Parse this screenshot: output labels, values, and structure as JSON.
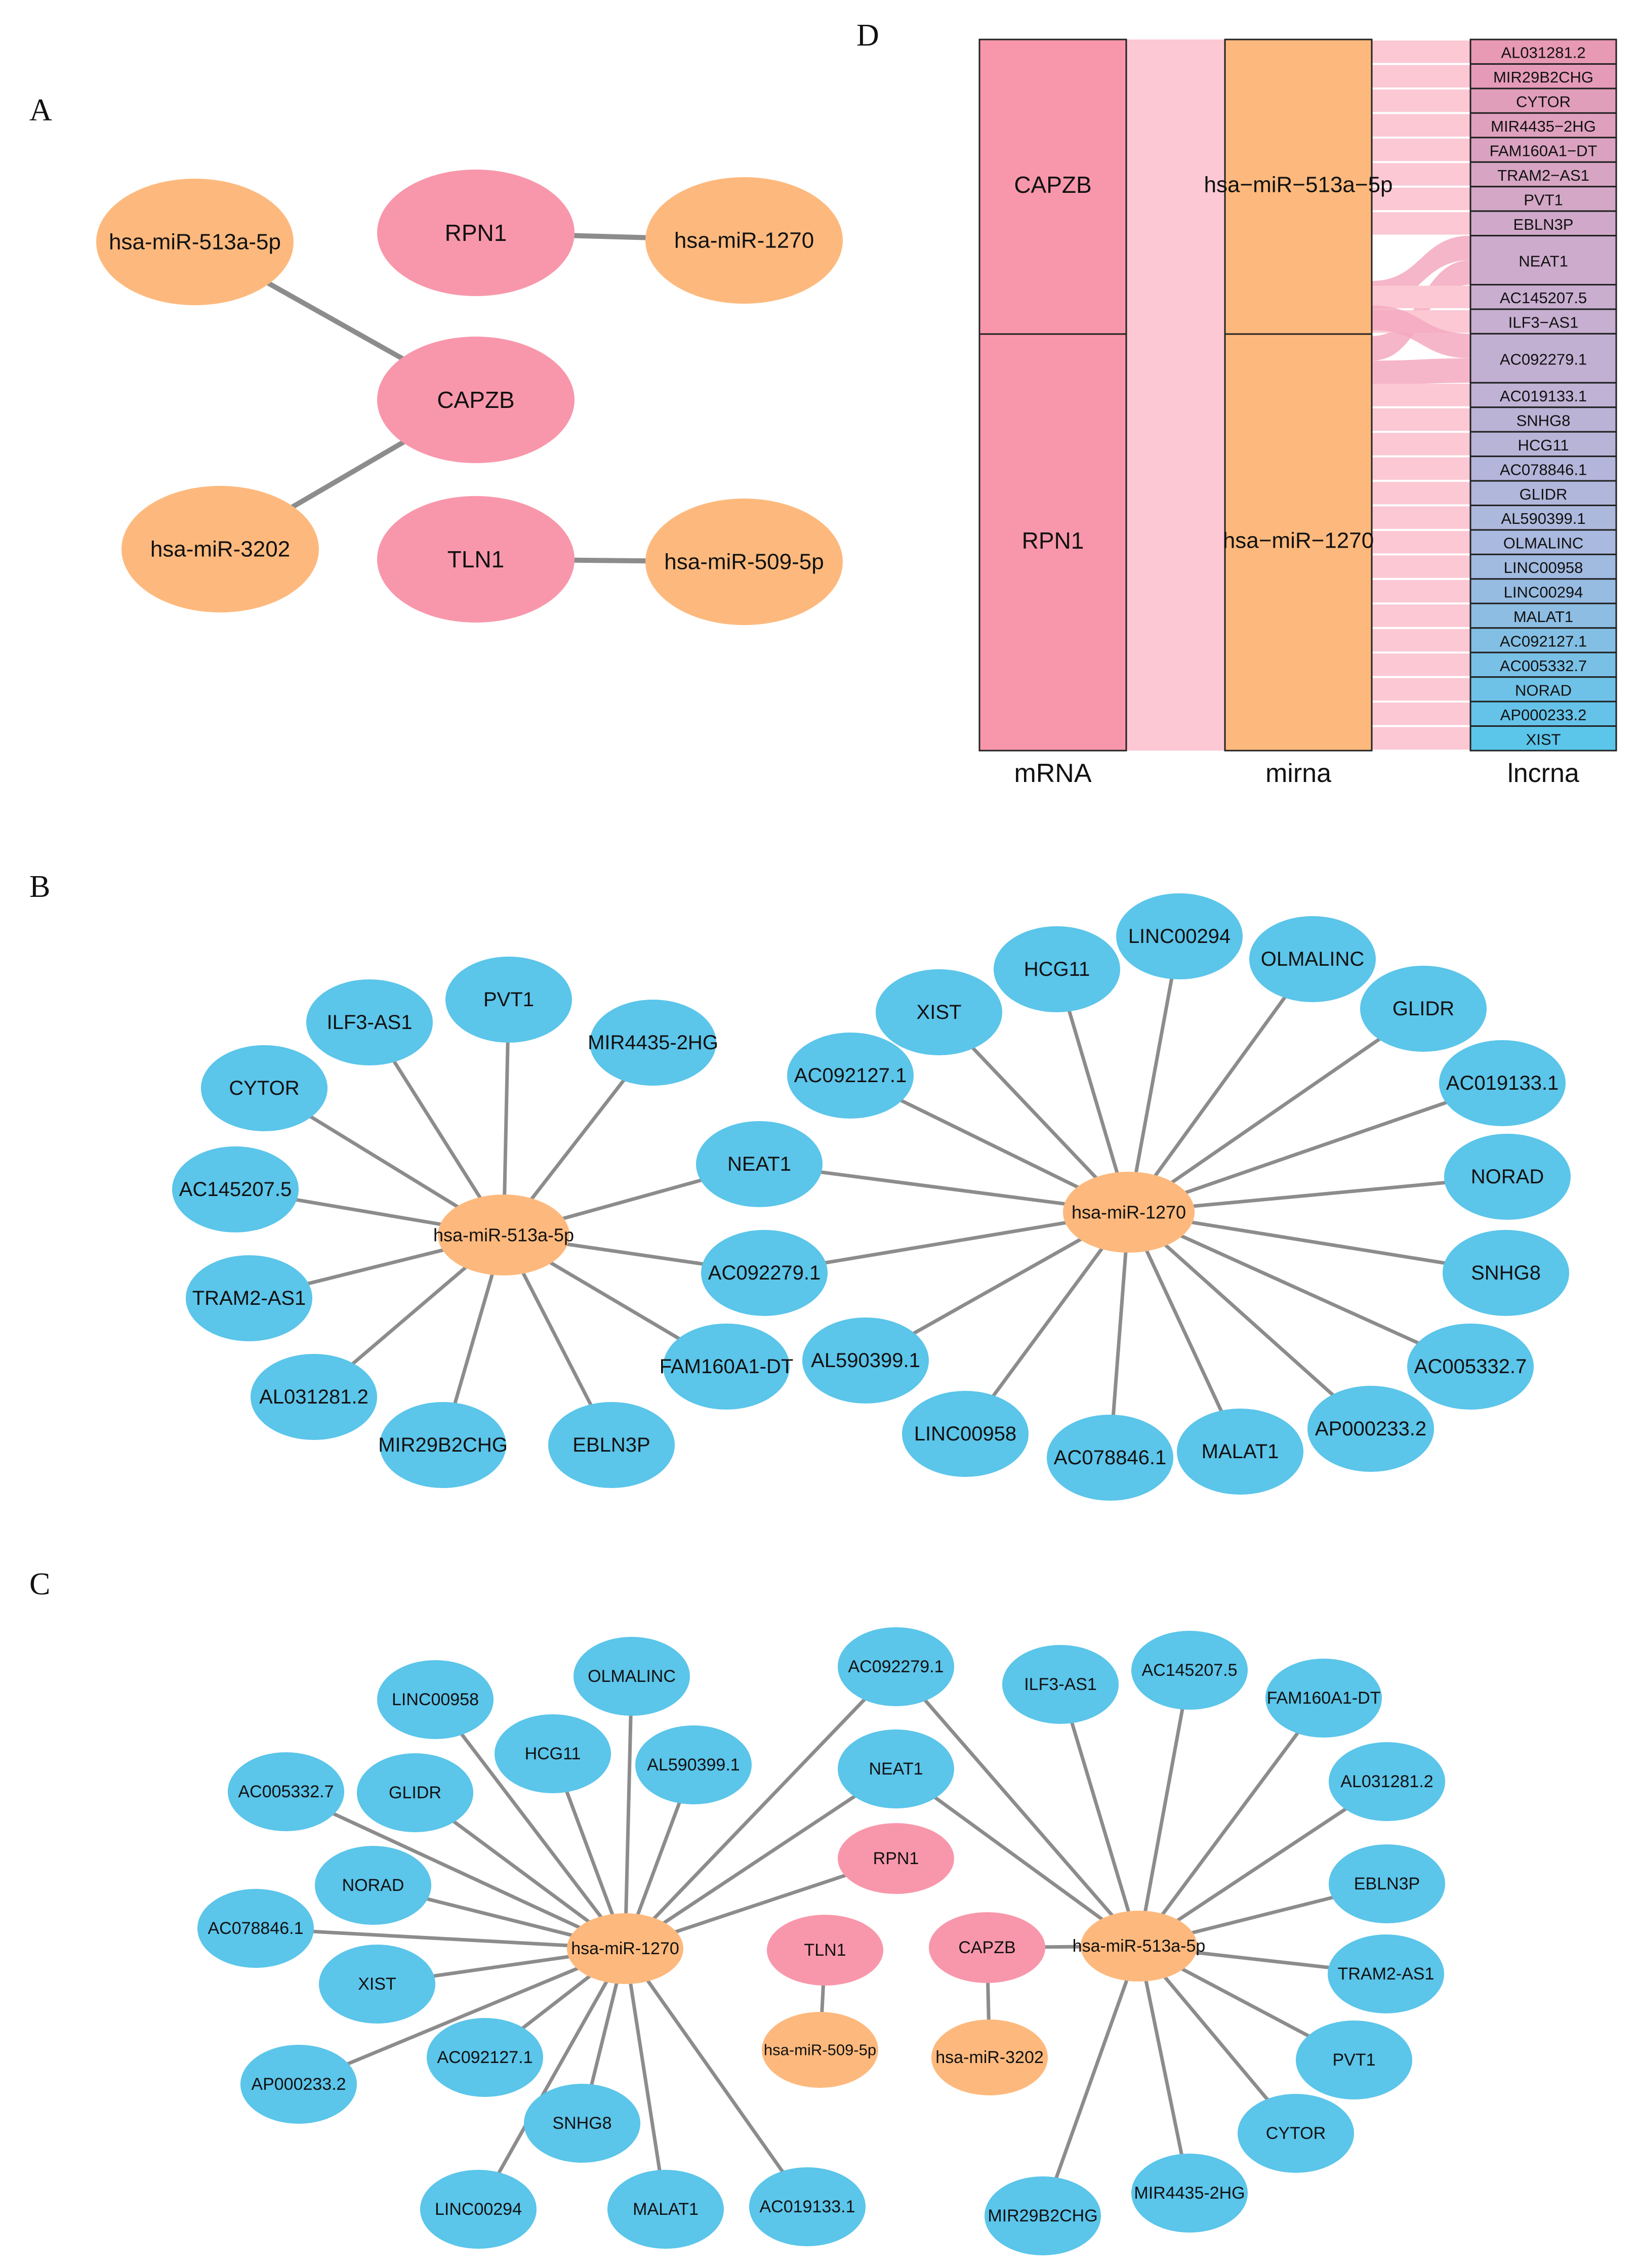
{
  "colors": {
    "mrna": "#F897AB",
    "mirna": "#FDB97D",
    "lncrna": "#5BC5EA",
    "edge": "#8C8C8C",
    "flow": "#FBC8D4",
    "flow_mix": "#F3A9C0",
    "lnc_box_top": "#E899B4",
    "lnc_box_mid": "#C9AED0",
    "lnc_box_low": "#A9B9DF"
  },
  "panels": {
    "A": {
      "letter": "A",
      "nodes": [
        {
          "id": "a_mir513",
          "label": "hsa-miR-513a-5p",
          "kind": "mirna"
        },
        {
          "id": "a_rpn1",
          "label": "RPN1",
          "kind": "mrna"
        },
        {
          "id": "a_mir1270",
          "label": "hsa-miR-1270",
          "kind": "mirna"
        },
        {
          "id": "a_capzb",
          "label": "CAPZB",
          "kind": "mrna"
        },
        {
          "id": "a_mir3202",
          "label": "hsa-miR-3202",
          "kind": "mirna"
        },
        {
          "id": "a_tln1",
          "label": "TLN1",
          "kind": "mrna"
        },
        {
          "id": "a_mir509",
          "label": "hsa-miR-509-5p",
          "kind": "mirna"
        }
      ],
      "edges": [
        [
          "a_mir513",
          "a_capzb"
        ],
        [
          "a_capzb",
          "a_mir3202"
        ],
        [
          "a_rpn1",
          "a_mir1270"
        ],
        [
          "a_tln1",
          "a_mir509"
        ]
      ]
    },
    "B": {
      "letter": "B",
      "nodes": [
        {
          "id": "b_h513",
          "label": "hsa-miR-513a-5p",
          "kind": "mirna"
        },
        {
          "id": "b_h1270",
          "label": "hsa-miR-1270",
          "kind": "mirna"
        },
        {
          "id": "b_ilf3",
          "label": "ILF3-AS1",
          "kind": "lncrna"
        },
        {
          "id": "b_pvt1",
          "label": "PVT1",
          "kind": "lncrna"
        },
        {
          "id": "b_mir4435",
          "label": "MIR4435-2HG",
          "kind": "lncrna"
        },
        {
          "id": "b_cytor",
          "label": "CYTOR",
          "kind": "lncrna"
        },
        {
          "id": "b_ac145",
          "label": "AC145207.5",
          "kind": "lncrna"
        },
        {
          "id": "b_tram2",
          "label": "TRAM2-AS1",
          "kind": "lncrna"
        },
        {
          "id": "b_al031",
          "label": "AL031281.2",
          "kind": "lncrna"
        },
        {
          "id": "b_mir29",
          "label": "MIR29B2CHG",
          "kind": "lncrna"
        },
        {
          "id": "b_ebln3p",
          "label": "EBLN3P",
          "kind": "lncrna"
        },
        {
          "id": "b_fam160",
          "label": "FAM160A1-DT",
          "kind": "lncrna"
        },
        {
          "id": "b_neat1",
          "label": "NEAT1",
          "kind": "lncrna"
        },
        {
          "id": "b_ac0922",
          "label": "AC092279.1",
          "kind": "lncrna"
        },
        {
          "id": "b_xist",
          "label": "XIST",
          "kind": "lncrna"
        },
        {
          "id": "b_hcg11",
          "label": "HCG11",
          "kind": "lncrna"
        },
        {
          "id": "b_linc294",
          "label": "LINC00294",
          "kind": "lncrna"
        },
        {
          "id": "b_olmal",
          "label": "OLMALINC",
          "kind": "lncrna"
        },
        {
          "id": "b_glidr",
          "label": "GLIDR",
          "kind": "lncrna"
        },
        {
          "id": "b_ac019",
          "label": "AC019133.1",
          "kind": "lncrna"
        },
        {
          "id": "b_norad",
          "label": "NORAD",
          "kind": "lncrna"
        },
        {
          "id": "b_snhg8",
          "label": "SNHG8",
          "kind": "lncrna"
        },
        {
          "id": "b_ac005",
          "label": "AC005332.7",
          "kind": "lncrna"
        },
        {
          "id": "b_ap000",
          "label": "AP000233.2",
          "kind": "lncrna"
        },
        {
          "id": "b_malat1",
          "label": "MALAT1",
          "kind": "lncrna"
        },
        {
          "id": "b_ac078",
          "label": "AC078846.1",
          "kind": "lncrna"
        },
        {
          "id": "b_linc958",
          "label": "LINC00958",
          "kind": "lncrna"
        },
        {
          "id": "b_al590",
          "label": "AL590399.1",
          "kind": "lncrna"
        },
        {
          "id": "b_ac0921",
          "label": "AC092127.1",
          "kind": "lncrna"
        }
      ],
      "edges": [
        [
          "b_h513",
          "b_ilf3"
        ],
        [
          "b_h513",
          "b_pvt1"
        ],
        [
          "b_h513",
          "b_mir4435"
        ],
        [
          "b_h513",
          "b_cytor"
        ],
        [
          "b_h513",
          "b_ac145"
        ],
        [
          "b_h513",
          "b_tram2"
        ],
        [
          "b_h513",
          "b_al031"
        ],
        [
          "b_h513",
          "b_mir29"
        ],
        [
          "b_h513",
          "b_ebln3p"
        ],
        [
          "b_h513",
          "b_fam160"
        ],
        [
          "b_h513",
          "b_neat1"
        ],
        [
          "b_h513",
          "b_ac0922"
        ],
        [
          "b_h1270",
          "b_neat1"
        ],
        [
          "b_h1270",
          "b_ac0922"
        ],
        [
          "b_h1270",
          "b_xist"
        ],
        [
          "b_h1270",
          "b_hcg11"
        ],
        [
          "b_h1270",
          "b_linc294"
        ],
        [
          "b_h1270",
          "b_olmal"
        ],
        [
          "b_h1270",
          "b_glidr"
        ],
        [
          "b_h1270",
          "b_ac019"
        ],
        [
          "b_h1270",
          "b_norad"
        ],
        [
          "b_h1270",
          "b_snhg8"
        ],
        [
          "b_h1270",
          "b_ac005"
        ],
        [
          "b_h1270",
          "b_ap000"
        ],
        [
          "b_h1270",
          "b_malat1"
        ],
        [
          "b_h1270",
          "b_ac078"
        ],
        [
          "b_h1270",
          "b_linc958"
        ],
        [
          "b_h1270",
          "b_al590"
        ],
        [
          "b_h1270",
          "b_ac0921"
        ]
      ]
    },
    "C": {
      "letter": "C",
      "nodes": [
        {
          "id": "c_h1270",
          "label": "hsa-miR-1270",
          "kind": "mirna"
        },
        {
          "id": "c_h513",
          "label": "hsa-miR-513a-5p",
          "kind": "mirna"
        },
        {
          "id": "c_h509",
          "label": "hsa-miR-509-5p",
          "kind": "mirna"
        },
        {
          "id": "c_h3202",
          "label": "hsa-miR-3202",
          "kind": "mirna"
        },
        {
          "id": "c_rpn1",
          "label": "RPN1",
          "kind": "mrna"
        },
        {
          "id": "c_tln1",
          "label": "TLN1",
          "kind": "mrna"
        },
        {
          "id": "c_capzb",
          "label": "CAPZB",
          "kind": "mrna"
        },
        {
          "id": "c_linc958",
          "label": "LINC00958",
          "kind": "lncrna"
        },
        {
          "id": "c_olmal",
          "label": "OLMALINC",
          "kind": "lncrna"
        },
        {
          "id": "c_ac0922",
          "label": "AC092279.1",
          "kind": "lncrna"
        },
        {
          "id": "c_hcg11",
          "label": "HCG11",
          "kind": "lncrna"
        },
        {
          "id": "c_al590",
          "label": "AL590399.1",
          "kind": "lncrna"
        },
        {
          "id": "c_ac005",
          "label": "AC005332.7",
          "kind": "lncrna"
        },
        {
          "id": "c_glidr",
          "label": "GLIDR",
          "kind": "lncrna"
        },
        {
          "id": "c_norad",
          "label": "NORAD",
          "kind": "lncrna"
        },
        {
          "id": "c_ac078",
          "label": "AC078846.1",
          "kind": "lncrna"
        },
        {
          "id": "c_xist",
          "label": "XIST",
          "kind": "lncrna"
        },
        {
          "id": "c_ap000",
          "label": "AP000233.2",
          "kind": "lncrna"
        },
        {
          "id": "c_ac0921",
          "label": "AC092127.1",
          "kind": "lncrna"
        },
        {
          "id": "c_snhg8",
          "label": "SNHG8",
          "kind": "lncrna"
        },
        {
          "id": "c_linc294",
          "label": "LINC00294",
          "kind": "lncrna"
        },
        {
          "id": "c_malat1",
          "label": "MALAT1",
          "kind": "lncrna"
        },
        {
          "id": "c_ac019",
          "label": "AC019133.1",
          "kind": "lncrna"
        },
        {
          "id": "c_neat1",
          "label": "NEAT1",
          "kind": "lncrna"
        },
        {
          "id": "c_ilf3",
          "label": "ILF3-AS1",
          "kind": "lncrna"
        },
        {
          "id": "c_ac145",
          "label": "AC145207.5",
          "kind": "lncrna"
        },
        {
          "id": "c_fam160",
          "label": "FAM160A1-DT",
          "kind": "lncrna"
        },
        {
          "id": "c_al031",
          "label": "AL031281.2",
          "kind": "lncrna"
        },
        {
          "id": "c_ebln3p",
          "label": "EBLN3P",
          "kind": "lncrna"
        },
        {
          "id": "c_tram2",
          "label": "TRAM2-AS1",
          "kind": "lncrna"
        },
        {
          "id": "c_pvt1",
          "label": "PVT1",
          "kind": "lncrna"
        },
        {
          "id": "c_cytor",
          "label": "CYTOR",
          "kind": "lncrna"
        },
        {
          "id": "c_mir4435",
          "label": "MIR4435-2HG",
          "kind": "lncrna"
        },
        {
          "id": "c_mir29",
          "label": "MIR29B2CHG",
          "kind": "lncrna"
        }
      ],
      "edges": [
        [
          "c_h1270",
          "c_linc958"
        ],
        [
          "c_h1270",
          "c_olmal"
        ],
        [
          "c_h1270",
          "c_ac0922"
        ],
        [
          "c_h1270",
          "c_hcg11"
        ],
        [
          "c_h1270",
          "c_al590"
        ],
        [
          "c_h1270",
          "c_ac005"
        ],
        [
          "c_h1270",
          "c_glidr"
        ],
        [
          "c_h1270",
          "c_norad"
        ],
        [
          "c_h1270",
          "c_ac078"
        ],
        [
          "c_h1270",
          "c_xist"
        ],
        [
          "c_h1270",
          "c_ap000"
        ],
        [
          "c_h1270",
          "c_ac0921"
        ],
        [
          "c_h1270",
          "c_snhg8"
        ],
        [
          "c_h1270",
          "c_linc294"
        ],
        [
          "c_h1270",
          "c_malat1"
        ],
        [
          "c_h1270",
          "c_ac019"
        ],
        [
          "c_h1270",
          "c_neat1"
        ],
        [
          "c_h1270",
          "c_rpn1"
        ],
        [
          "c_h513",
          "c_ac0922"
        ],
        [
          "c_h513",
          "c_neat1"
        ],
        [
          "c_h513",
          "c_ilf3"
        ],
        [
          "c_h513",
          "c_ac145"
        ],
        [
          "c_h513",
          "c_fam160"
        ],
        [
          "c_h513",
          "c_al031"
        ],
        [
          "c_h513",
          "c_ebln3p"
        ],
        [
          "c_h513",
          "c_tram2"
        ],
        [
          "c_h513",
          "c_pvt1"
        ],
        [
          "c_h513",
          "c_cytor"
        ],
        [
          "c_h513",
          "c_mir4435"
        ],
        [
          "c_h513",
          "c_mir29"
        ],
        [
          "c_h513",
          "c_capzb"
        ],
        [
          "c_tln1",
          "c_h509"
        ],
        [
          "c_capzb",
          "c_h3202"
        ]
      ]
    },
    "D": {
      "letter": "D",
      "axis_labels": [
        "mRNA",
        "mirna",
        "lncrna"
      ],
      "mrna": [
        "CAPZB",
        "RPN1"
      ],
      "mirna": [
        "hsa−miR−513a−5p",
        "hsa−miR−1270"
      ],
      "lncrna": [
        "AL031281.2",
        "MIR29B2CHG",
        "CYTOR",
        "MIR4435−2HG",
        "FAM160A1−DT",
        "TRAM2−AS1",
        "PVT1",
        "EBLN3P",
        "NEAT1",
        "AC145207.5",
        "ILF3−AS1",
        "AC092279.1",
        "AC019133.1",
        "SNHG8",
        "HCG11",
        "AC078846.1",
        "GLIDR",
        "AL590399.1",
        "OLMALINC",
        "LINC00958",
        "LINC00294",
        "MALAT1",
        "AC092127.1",
        "AC005332.7",
        "NORAD",
        "AP000233.2",
        "XIST"
      ]
    }
  }
}
